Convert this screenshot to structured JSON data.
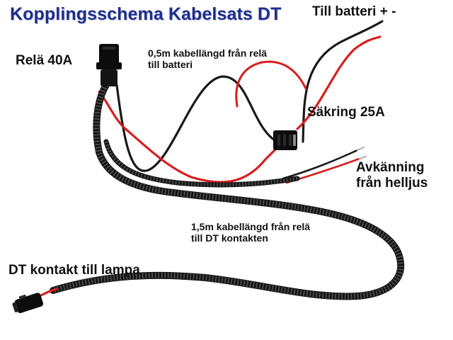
{
  "diagram": {
    "title": "Kopplingsschema Kabelsats DT",
    "labels": {
      "battery": "Till batteri + -",
      "relay": "Relä 40A",
      "cable_to_battery": [
        "0,5m kabellängd från relä",
        "till batteri"
      ],
      "fuse": "Säkring 25A",
      "sensing": [
        "Avkänning",
        "från helljus"
      ],
      "cable_to_dt": [
        "1,5m kabellängd från relä",
        "till DT kontakten"
      ],
      "dt_connector": "DT kontakt till lampa"
    },
    "colors": {
      "title": "#1f2d8a",
      "wire_black": "#1a1a1a",
      "wire_red": "#d81e1e",
      "conduit": "#151515",
      "connector": "#0c0c0c",
      "text": "#111111"
    },
    "components": [
      "relay-40a",
      "fuse-holder-25a",
      "dt-connector",
      "battery-leads",
      "sense-leads",
      "corrugated-conduit"
    ]
  }
}
